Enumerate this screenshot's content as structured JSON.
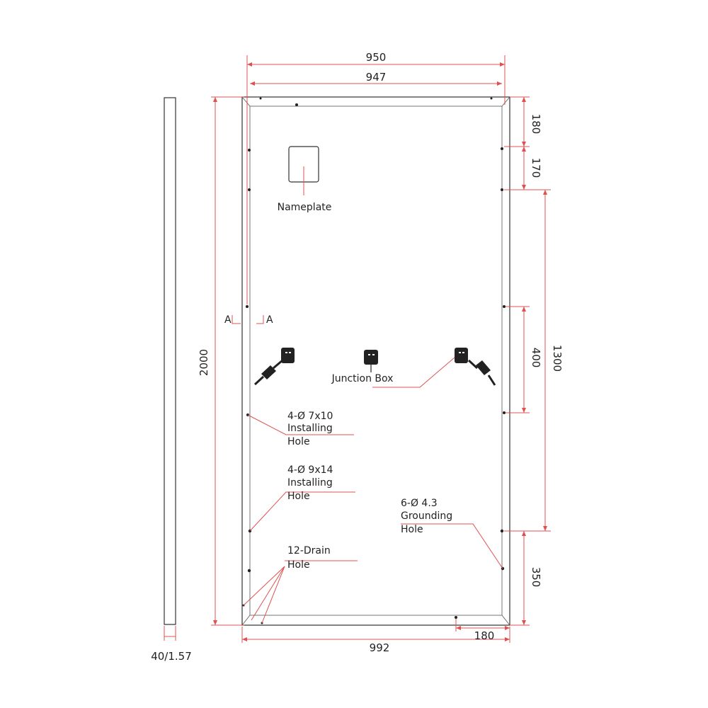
{
  "dimensions": {
    "overall_width": "950",
    "inner_width": "947",
    "height": "2000",
    "bottom_width": "992",
    "thickness": "40/1.57",
    "right_top_1": "180",
    "right_top_2": "170",
    "right_span_outer": "1300",
    "right_span_inner": "400",
    "right_bottom": "350",
    "bottom_offset": "180"
  },
  "section_marks": {
    "left": "A",
    "right": "A"
  },
  "labels": {
    "nameplate": "Nameplate",
    "junction_box": "Junction Box",
    "installing_hole_1": [
      "4-Ø 7x10",
      "Installing",
      "Hole"
    ],
    "installing_hole_2": [
      "4-Ø 9x14",
      "Installing",
      "Hole"
    ],
    "grounding_hole": [
      "6-Ø 4.3",
      "Grounding",
      "Hole"
    ],
    "drain_hole": [
      "12-Drain",
      "Hole"
    ]
  },
  "colors": {
    "dimension_lines": "#e05050",
    "outline": "#333333",
    "text": "#222222"
  }
}
